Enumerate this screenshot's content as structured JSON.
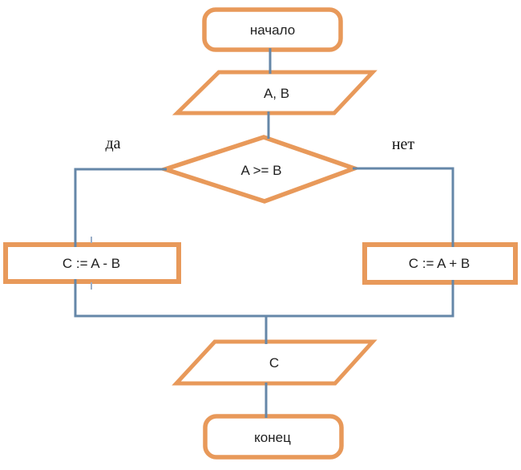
{
  "diagram": {
    "type": "flowchart",
    "language": "ru",
    "nodes": [
      {
        "id": "start",
        "shape": "terminator",
        "label": "начало"
      },
      {
        "id": "input",
        "shape": "parallelogram",
        "label": "A, B"
      },
      {
        "id": "decision",
        "shape": "diamond",
        "label": "A >= B"
      },
      {
        "id": "subtract",
        "shape": "process",
        "label": "C := A - B"
      },
      {
        "id": "add",
        "shape": "process",
        "label": "C := A + B"
      },
      {
        "id": "output",
        "shape": "parallelogram",
        "label": "C"
      },
      {
        "id": "end",
        "shape": "terminator",
        "label": "конец"
      }
    ],
    "branch_labels": {
      "yes": "да",
      "no": "нет"
    },
    "colors": {
      "shape_border": "#E8995A",
      "connector": "#6587A8",
      "connector_stub": "#9AAEC8",
      "text": "#1F1F1F"
    }
  }
}
